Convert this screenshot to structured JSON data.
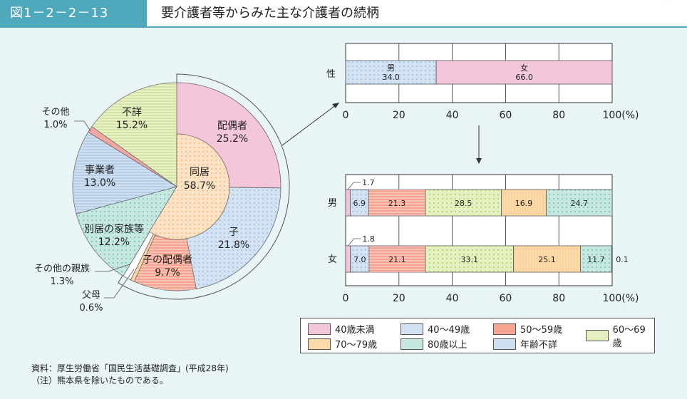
{
  "header": {
    "figure_number": "図1－2－2－13",
    "title": "要介護者等からみた主な介護者の続柄"
  },
  "chart_data": [
    {
      "type": "pie",
      "slices": [
        {
          "label": "配偶者",
          "value": 25.2,
          "text": "25.2%",
          "color": "#f4c6da"
        },
        {
          "label": "子",
          "value": 21.8,
          "text": "21.8%",
          "color": "#d3e2f3"
        },
        {
          "label": "子の配偶者",
          "value": 9.7,
          "text": "9.7%",
          "color": "#f6a48f"
        },
        {
          "label": "父母",
          "value": 0.6,
          "text": "0.6%",
          "color": "#fcd9a8"
        },
        {
          "label": "その他の親族",
          "value": 1.3,
          "text": "1.3%",
          "color": "#ffffff"
        },
        {
          "label": "別居の家族等",
          "value": 12.2,
          "text": "12.2%",
          "color": "#c6e8e0"
        },
        {
          "label": "事業者",
          "value": 13.0,
          "text": "13.0%",
          "color": "#cfe0f3"
        },
        {
          "label": "その他",
          "value": 1.0,
          "text": "1.0%",
          "color": "#f4a6a0"
        },
        {
          "label": "不詳",
          "value": 15.2,
          "text": "15.2%",
          "color": "#e5f0c0"
        }
      ],
      "inner": {
        "label": "同居",
        "value": 58.7,
        "text": "58.7%"
      }
    },
    {
      "type": "bar",
      "orientation": "horizontal",
      "stacked": true,
      "categories": [
        "性"
      ],
      "series": [
        {
          "name": "男",
          "values": [
            34.0
          ]
        },
        {
          "name": "女",
          "values": [
            66.0
          ]
        }
      ],
      "xlim": [
        0,
        100
      ],
      "xticks": [
        "0",
        "20",
        "40",
        "60",
        "80",
        "100(%)"
      ]
    },
    {
      "type": "bar",
      "orientation": "horizontal",
      "stacked": true,
      "categories": [
        "男",
        "女"
      ],
      "series": [
        {
          "name": "40歳未満",
          "values": [
            1.7,
            1.8
          ]
        },
        {
          "name": "40～49歳",
          "values": [
            6.9,
            7.0
          ]
        },
        {
          "name": "50～59歳",
          "values": [
            21.3,
            21.1
          ]
        },
        {
          "name": "60～69歳",
          "values": [
            28.5,
            33.1
          ]
        },
        {
          "name": "70～79歳",
          "values": [
            16.9,
            25.1
          ]
        },
        {
          "name": "80歳以上",
          "values": [
            24.7,
            11.7
          ]
        },
        {
          "name": "年齢不詳",
          "values": [
            0.0,
            0.1
          ]
        }
      ],
      "xlim": [
        0,
        100
      ],
      "xticks": [
        "0",
        "20",
        "40",
        "60",
        "80",
        "100(%)"
      ]
    }
  ],
  "legend": [
    {
      "label": "40歳未満",
      "color": "#f4c6da"
    },
    {
      "label": "40～49歳",
      "color": "#d3e2f3"
    },
    {
      "label": "50～59歳",
      "color": "#f6a48f"
    },
    {
      "label": "60～69歳",
      "color": "#e5f0c0"
    },
    {
      "label": "70～79歳",
      "color": "#fcd9a8"
    },
    {
      "label": "80歳以上",
      "color": "#c6e8e0"
    },
    {
      "label": "年齢不詳",
      "color": "#cfe0f3"
    }
  ],
  "footnotes": {
    "source": "資料：厚生労働省「国民生活基礎調査」(平成28年)",
    "note": "（注）熊本県を除いたものである。"
  }
}
